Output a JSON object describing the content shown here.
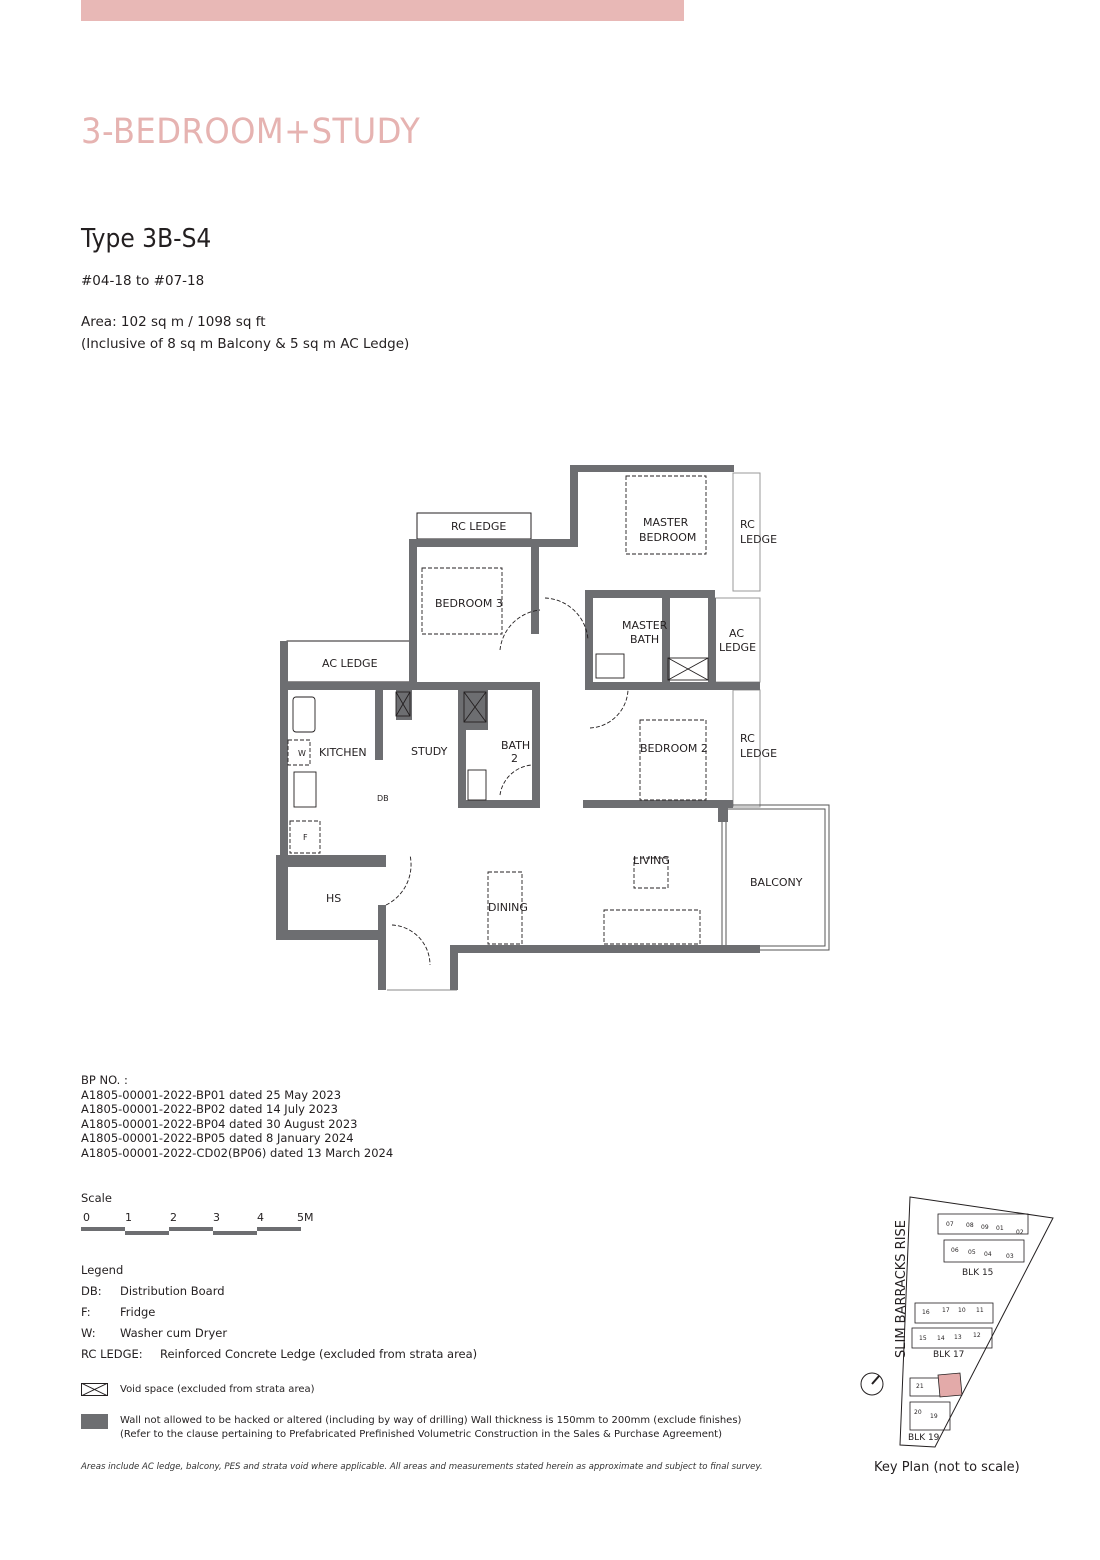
{
  "header": {
    "category": "3-BEDROOM+STUDY",
    "type": "Type 3B-S4",
    "units": "#04-18 to #07-18",
    "area": "Area: 102 sq m / 1098 sq ft",
    "area_note": "(Inclusive of 8 sq m Balcony & 5 sq m AC Ledge)"
  },
  "colors": {
    "accent_pink": "#e8b8b6",
    "wall_grey": "#6d6e71",
    "highlight_unit": "#e3aaa9"
  },
  "floor_plan": {
    "rooms": {
      "rc_ledge_top": "RC LEDGE",
      "master_bedroom_1": "MASTER",
      "master_bedroom_2": "BEDROOM",
      "rc_ledge_right_1": "RC",
      "rc_ledge_right_2": "LEDGE",
      "bedroom3": "BEDROOM 3",
      "master_bath_1": "MASTER",
      "master_bath_2": "BATH",
      "ac_ledge_right_1": "AC",
      "ac_ledge_right_2": "LEDGE",
      "ac_ledge_left": "AC LEDGE",
      "kitchen": "KITCHEN",
      "study": "STUDY",
      "bath2_1": "BATH",
      "bath2_2": "2",
      "bedroom2": "BEDROOM 2",
      "rc_ledge_mid_1": "RC",
      "rc_ledge_mid_2": "LEDGE",
      "washer": "W",
      "db": "DB",
      "fridge": "F",
      "living": "LIVING",
      "balcony": "BALCONY",
      "hs": "HS",
      "dining": "DINING"
    }
  },
  "bp": {
    "title": "BP NO. :",
    "items": [
      "A1805-00001-2022-BP01 dated 25 May 2023",
      "A1805-00001-2022-BP02 dated 14 July 2023",
      "A1805-00001-2022-BP04 dated 30 August 2023",
      "A1805-00001-2022-BP05 dated 8 January 2024",
      "A1805-00001-2022-CD02(BP06) dated 13 March 2024"
    ]
  },
  "scale": {
    "label": "Scale",
    "ticks": [
      "0",
      "1",
      "2",
      "3",
      "4",
      "5M"
    ]
  },
  "legend": {
    "title": "Legend",
    "items": [
      {
        "key": "DB:",
        "value": "Distribution Board"
      },
      {
        "key": "F:",
        "value": "Fridge"
      },
      {
        "key": "W:",
        "value": "Washer cum Dryer"
      },
      {
        "key": "RC LEDGE:",
        "value": "Reinforced Concrete Ledge (excluded from strata area)"
      }
    ],
    "void": "Void space (excluded from strata area)",
    "wall_1": "Wall not allowed to be hacked or altered (including by way of drilling) Wall thickness is 150mm to 200mm (exclude finishes)",
    "wall_2": "(Refer to the clause pertaining to Prefabricated Prefinished Volumetric Construction in the Sales & Purchase Agreement)"
  },
  "disclaimer": "Areas include AC ledge, balcony, PES and strata void where applicable. All areas and measurements stated herein as approximate and subject to final survey.",
  "key_plan": {
    "road": "SLIM BARRACKS RISE",
    "label": "Key Plan (not to scale)",
    "blk15": {
      "name": "BLK 15",
      "units": [
        "07",
        "08",
        "09",
        "01",
        "02",
        "06",
        "05",
        "04",
        "03"
      ]
    },
    "blk17": {
      "name": "BLK 17",
      "units": [
        "16",
        "17",
        "10",
        "11",
        "15",
        "14",
        "13",
        "12"
      ]
    },
    "blk19": {
      "name": "BLK 19",
      "units": [
        "21",
        "20",
        "19"
      ]
    }
  }
}
